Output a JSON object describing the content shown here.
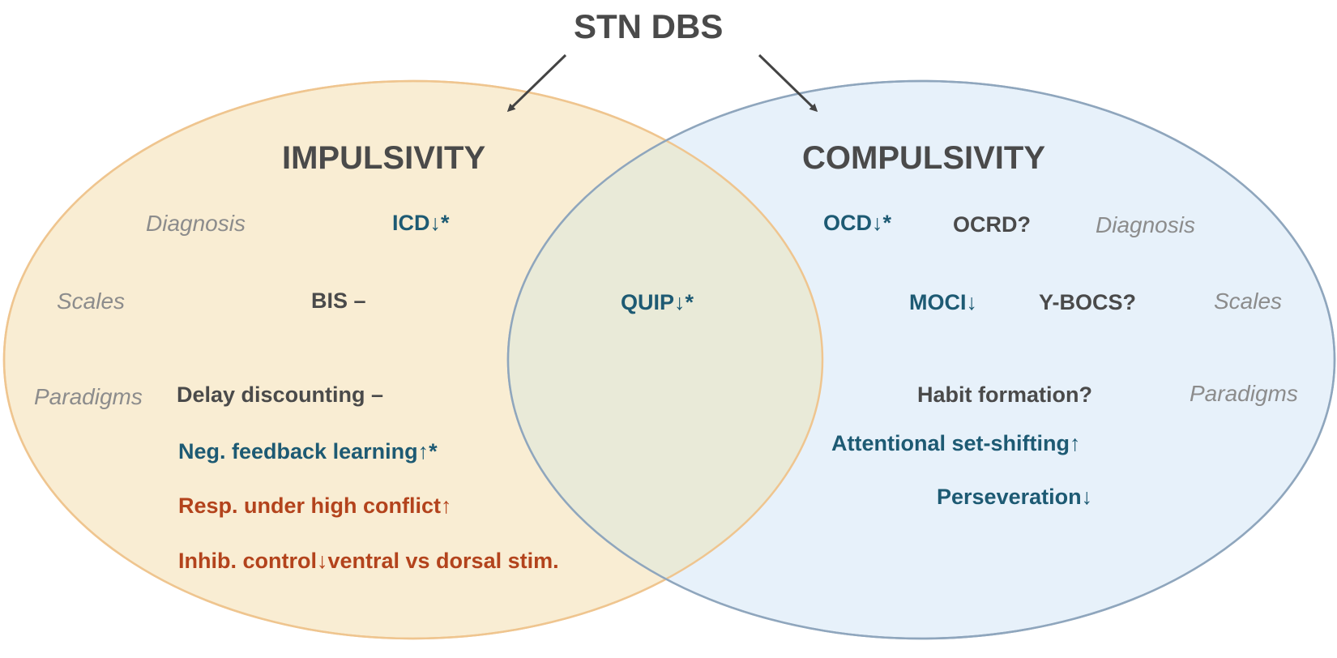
{
  "title": "STN DBS",
  "colors": {
    "impulsivity_fill": "#f9edd3",
    "impulsivity_stroke": "#efc58f",
    "compulsivity_fill": "#e7f1fa",
    "compulsivity_stroke": "#8fa6bd",
    "overlap_fill": "#e9ead8",
    "teal_text": "#1d5a73",
    "gray_text": "#4a4a4a",
    "red_text": "#b3431c",
    "category_text": "#8c8c8c",
    "arrow": "#444444"
  },
  "impulsivity": {
    "heading": "IMPULSIVITY",
    "categories": {
      "diagnosis": "Diagnosis",
      "scales": "Scales",
      "paradigms": "Paradigms"
    },
    "items": {
      "icd": "ICD↓*",
      "bis": "BIS –",
      "delay_discounting": "Delay discounting –",
      "neg_feedback": "Neg. feedback learning↑*",
      "resp_conflict": "Resp. under high conflict↑",
      "inhib_control": "Inhib. control↓ventral vs dorsal stim."
    }
  },
  "overlap": {
    "quip": "QUIP↓*"
  },
  "compulsivity": {
    "heading": "COMPULSIVITY",
    "categories": {
      "diagnosis": "Diagnosis",
      "scales": "Scales",
      "paradigms": "Paradigms"
    },
    "items": {
      "ocd": "OCD↓*",
      "ocrd": "OCRD?",
      "moci": "MOCI↓",
      "ybocs": "Y-BOCS?",
      "habit": "Habit formation?",
      "set_shifting": "Attentional set-shifting↑",
      "perseveration": "Perseveration↓"
    }
  }
}
